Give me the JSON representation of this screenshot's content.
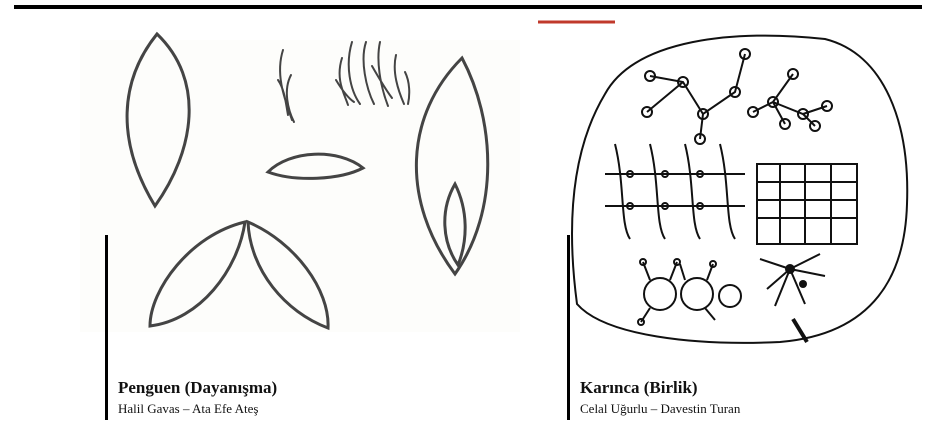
{
  "left_panel": {
    "title": "Penguen (Dayanışma)",
    "authors": "Halil Gavas – Ata Efe Ateş"
  },
  "right_panel": {
    "title": "Karınca (Birlik)",
    "authors": "Celal Uğurlu – Davestin Turan"
  },
  "colors": {
    "rule": "#000000",
    "stroke_left": "#444444",
    "stroke_right": "#111111",
    "accent_red": "#c0392b"
  }
}
